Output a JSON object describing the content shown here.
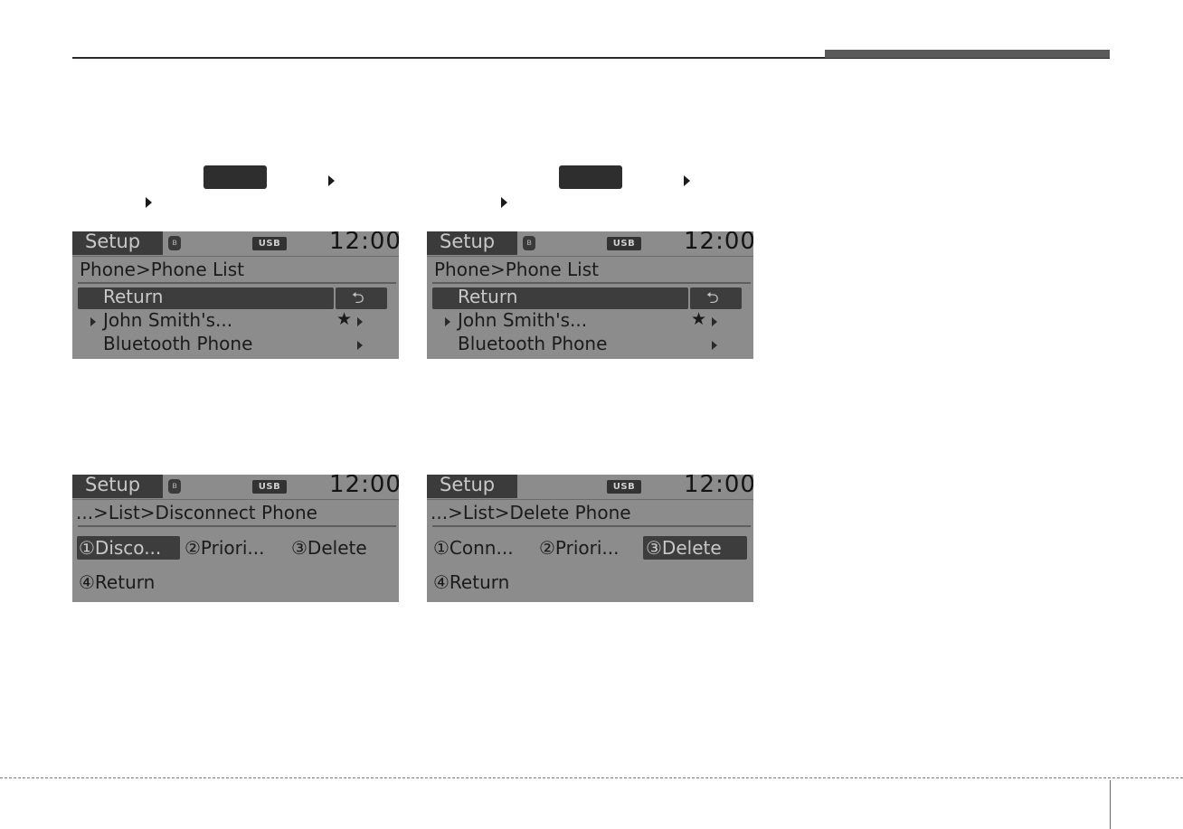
{
  "header": {
    "section_tab": ""
  },
  "screens": [
    {
      "title": "Setup",
      "usb": "USB",
      "time": "12:00",
      "path": "Phone>Phone List",
      "items": [
        {
          "label": "Return",
          "selected": true
        },
        {
          "label": "John Smith's...",
          "has_star": true
        },
        {
          "label": "Bluetooth Phone"
        }
      ]
    },
    {
      "title": "Setup",
      "usb": "USB",
      "time": "12:00",
      "path": "Phone>Phone List",
      "items": [
        {
          "label": "Return",
          "selected": true
        },
        {
          "label": "John Smith's...",
          "has_star": true
        },
        {
          "label": "Bluetooth Phone"
        }
      ]
    },
    {
      "title": "Setup",
      "usb": "USB",
      "time": "12:00",
      "path": "...>List>Disconnect Phone",
      "options": [
        "①Disco...",
        "②Priori...",
        "③Delete",
        "④Return"
      ],
      "selected_option": "①Disco..."
    },
    {
      "title": "Setup",
      "usb": "USB",
      "time": "12:00",
      "path": "...>List>Delete Phone",
      "options": [
        "①Conn...",
        "②Priori...",
        "③Delete",
        "④Return"
      ],
      "selected_option": "③Delete"
    }
  ],
  "glyphs": {
    "star": "★",
    "back": "⮌",
    "bluetooth": "ʙ"
  },
  "colors": {
    "lcd_bg": "#8c8c8c",
    "lcd_dark": "#3d3d3d",
    "rule": "#2a2a2a"
  }
}
